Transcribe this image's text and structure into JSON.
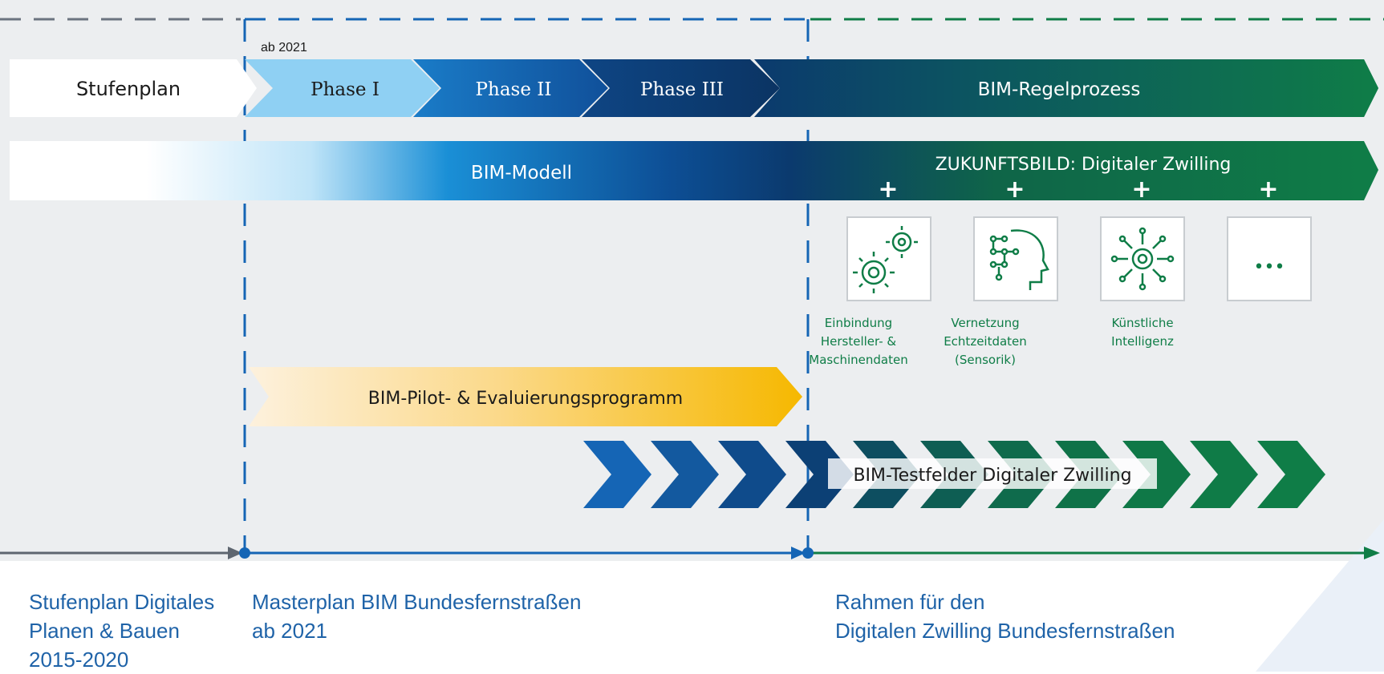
{
  "timeline_marker": "ab 2021",
  "stufenplan_label": "Stufenplan",
  "phases": [
    "Phase I",
    "Phase II",
    "Phase III"
  ],
  "regelprozess_label": "BIM-Regelprozess",
  "bim_modell_label": "BIM-Modell",
  "zukunftsbild_label": "ZUKUNFTSBILD: Digitaler Zwilling",
  "plus_sign": "+",
  "capabilities": [
    {
      "icon": "gears-icon",
      "lines": [
        "Einbindung",
        "Hersteller- &",
        "Maschinendaten"
      ]
    },
    {
      "icon": "head-network-icon",
      "lines": [
        "Vernetzung",
        "Echtzeitdaten",
        "(Sensorik)"
      ]
    },
    {
      "icon": "ai-circuit-icon",
      "lines": [
        "Künstliche",
        "Intelligenz"
      ]
    },
    {
      "icon": "ellipsis-icon",
      "lines": []
    }
  ],
  "ellipsis_text": "•••",
  "pilot_label": "BIM-Pilot- & Evaluierungsprogramm",
  "testfelder_label": "BIM-Testfelder Digitaler Zwilling",
  "captions": {
    "stufenplan": [
      "Stufenplan Digitales",
      "Planen & Bauen",
      "2015-2020"
    ],
    "masterplan": [
      "Masterplan BIM Bundesfernstraßen",
      "ab 2021"
    ],
    "rahmen": [
      "Rahmen für den",
      "Digitalen Zwilling Bundesfernstraßen"
    ]
  },
  "colors": {
    "dark_navy": "#0b3a6e",
    "blue": "#1565b5",
    "light_blue": "#8fd0f3",
    "green": "#0f7d47",
    "dark_green": "#0c5e36",
    "yellow": "#f6b800",
    "caption_blue": "#1f63a8"
  }
}
